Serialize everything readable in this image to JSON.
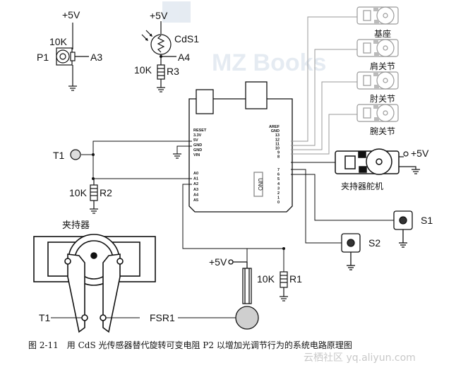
{
  "labels": {
    "p1_vcc": "+5V",
    "p1_res": "10K",
    "p1_name": "P1",
    "p1_pin": "A3",
    "cds_vcc": "+5V",
    "cds_name": "CdS1",
    "cds_pin": "A4",
    "r3_res": "10K",
    "r3_name": "R3",
    "t1_top": "T1",
    "r2_res": "10K",
    "r2_name": "R2",
    "servo_base": "基座",
    "servo_shoulder": "肩关节",
    "servo_elbow": "肘关节",
    "servo_wrist": "腕关节",
    "gripper_servo_vcc": "+5V",
    "gripper_servo": "夹持器舵机",
    "s1": "S1",
    "s2": "S2",
    "gripper_title": "夹持器",
    "fsr_vcc": "+5V",
    "r1_res": "10K",
    "r1_name": "R1",
    "t1_bottom": "T1",
    "fsr": "FSR1",
    "watermark_big": "MZ Books"
  },
  "board": {
    "left_pins": [
      "RESET",
      "3.3V",
      "5V",
      "GND",
      "GND",
      "VIN",
      "A0",
      "A1",
      "A2",
      "A3",
      "A4",
      "A5"
    ],
    "right_pins_top": [
      "AREF",
      "GND",
      "13",
      "12",
      "11",
      "10",
      "9",
      "8"
    ],
    "right_pins_bottom": [
      "7",
      "6",
      "5",
      "4",
      "3",
      "2",
      "1",
      "0"
    ],
    "logo": "UNO"
  },
  "caption": "图 2-11　用 CdS 光传感器替代旋转可变电阻 P2 以增加光调节行为的系统电路原理图",
  "watermark_site": "云栖社区 yq.aliyun.com"
}
